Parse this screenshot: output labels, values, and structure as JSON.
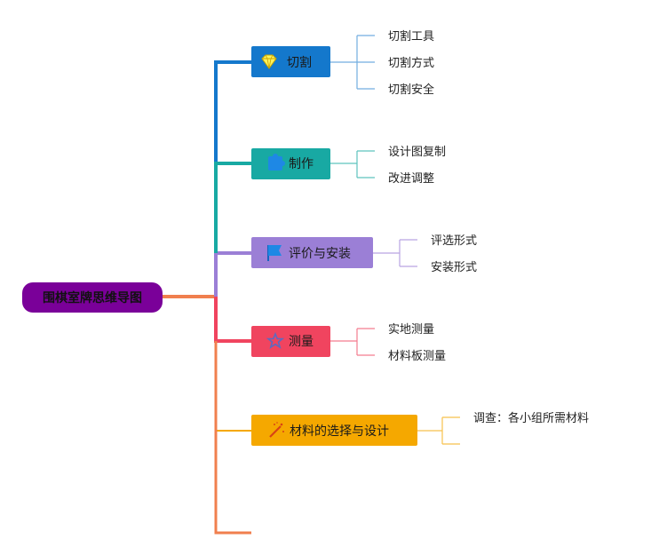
{
  "root": {
    "label": "围棋室牌思维导图",
    "color": "#7a0099"
  },
  "branches": [
    {
      "label": "切割",
      "icon": "diamond-icon",
      "color": "#1478cc",
      "children": [
        "切割工具",
        "切割方式",
        "切割安全"
      ]
    },
    {
      "label": "制作",
      "icon": "puzzle-icon",
      "color": "#18a9a3",
      "children": [
        "设计图复制",
        "改进调整"
      ]
    },
    {
      "label": "评价与安装",
      "icon": "flag-icon",
      "color": "#9b7fd6",
      "children": [
        "评选形式",
        "安装形式"
      ]
    },
    {
      "label": "测量",
      "icon": "star-icon",
      "color": "#f0445f",
      "children": [
        "实地测量",
        "材料板测量"
      ]
    },
    {
      "label": "材料的选择与设计",
      "icon": "magic-wand-icon",
      "color": "#f5a800",
      "children": [
        "调查：各小组所需材料"
      ]
    }
  ],
  "trunk_tail_color": "#f07f4e"
}
